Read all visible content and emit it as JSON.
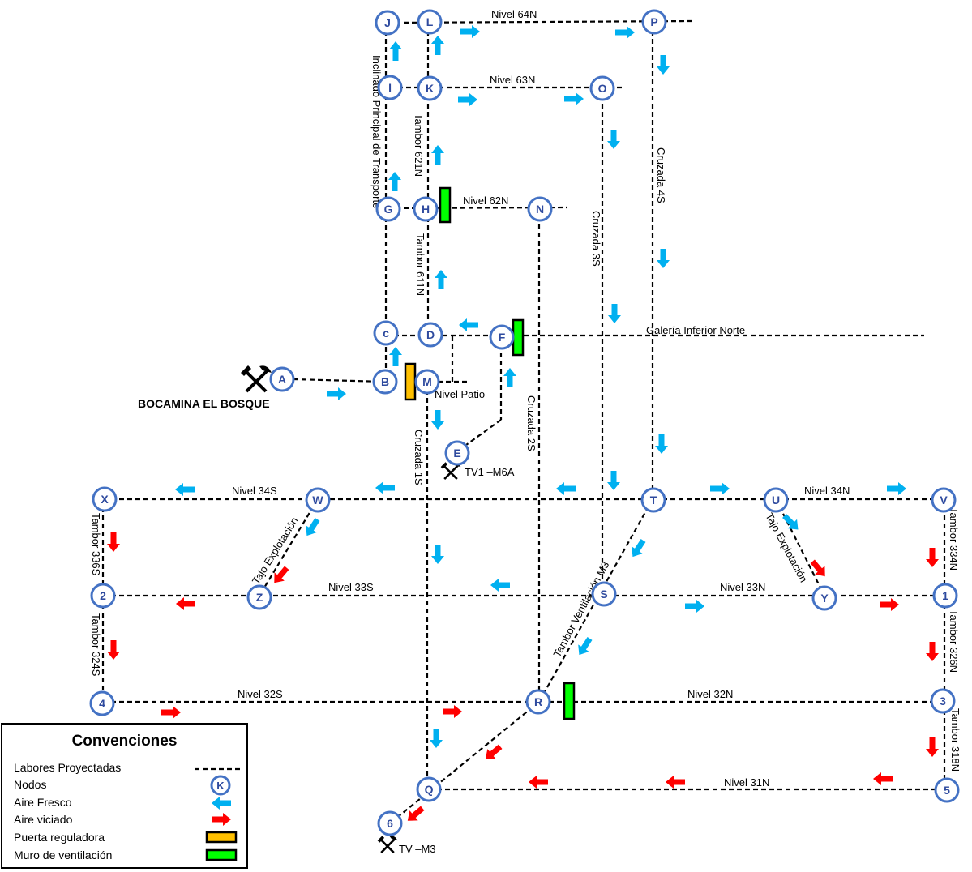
{
  "colors": {
    "node_stroke": "#4472c4",
    "node_text": "#2e4a9e",
    "fresh_air": "#00b0f0",
    "stale_air": "#ff0000",
    "regulating_door": "#ffc000",
    "ventilation_wall": "#00ff00",
    "line": "#000000"
  },
  "nodes": [
    {
      "id": "J"
    },
    {
      "id": "L"
    },
    {
      "id": "P"
    },
    {
      "id": "I"
    },
    {
      "id": "K"
    },
    {
      "id": "O"
    },
    {
      "id": "G"
    },
    {
      "id": "H"
    },
    {
      "id": "N"
    },
    {
      "id": "c"
    },
    {
      "id": "D"
    },
    {
      "id": "F"
    },
    {
      "id": "A"
    },
    {
      "id": "B"
    },
    {
      "id": "M"
    },
    {
      "id": "E"
    },
    {
      "id": "X"
    },
    {
      "id": "W"
    },
    {
      "id": "T"
    },
    {
      "id": "U"
    },
    {
      "id": "V"
    },
    {
      "id": "2"
    },
    {
      "id": "Z"
    },
    {
      "id": "S"
    },
    {
      "id": "Y"
    },
    {
      "id": "1"
    },
    {
      "id": "4"
    },
    {
      "id": "R"
    },
    {
      "id": "3"
    },
    {
      "id": "Q"
    },
    {
      "id": "5"
    },
    {
      "id": "6"
    }
  ],
  "labels": {
    "nivel_64n": "Nivel 64N",
    "nivel_63n": "Nivel 63N",
    "nivel_62n": "Nivel 62N",
    "galeria": "Galería Inferior Norte",
    "nivel_patio": "Nivel Patio",
    "bocamina": "BOCAMINA EL BOSQUE",
    "tv1": "TV1 –M6A",
    "tv_m3": "TV –M3",
    "nivel_34s": "Nivel 34S",
    "nivel_34n": "Nivel 34N",
    "nivel_33s": "Nivel 33S",
    "nivel_33n": "Nivel 33N",
    "nivel_32s": "Nivel 32S",
    "nivel_32n": "Nivel 32N",
    "nivel_31n": "Nivel 31N",
    "inclinado": "Inclinado Principal de Transporte",
    "tambor_621n": "Tambor 621N",
    "tambor_611n": "Tambor 611N",
    "cruzada_4s": "Cruzada 4S",
    "cruzada_3s": "Cruzada 3S",
    "cruzada_2s": "Cruzada 2S",
    "cruzada_1s": "Cruzada 1S",
    "tajo_w": "Tajo Explotación",
    "tajo_u": "Tajo Explotación",
    "tambor_336s": "Tambor 336S",
    "tambor_324s": "Tambor 324S",
    "tambor_334n": "Tambor 334N",
    "tambor_326n": "Tambor 326N",
    "tambor_318n": "Tambor 318N",
    "tambor_vent_m3": "Tambor Ventilación M3"
  },
  "legend": {
    "title": "Convenciones",
    "items": [
      {
        "label": "Labores Proyectadas",
        "symbol": "dashed-line"
      },
      {
        "label": "Nodos",
        "symbol": "node",
        "node_letter": "K"
      },
      {
        "label": "Aire Fresco",
        "symbol": "fresh-air-arrow"
      },
      {
        "label": "Aire viciado",
        "symbol": "stale-air-arrow"
      },
      {
        "label": "Puerta reguladora",
        "symbol": "regulating-door"
      },
      {
        "label": "Muro de ventilación",
        "symbol": "ventilation-wall"
      }
    ]
  }
}
